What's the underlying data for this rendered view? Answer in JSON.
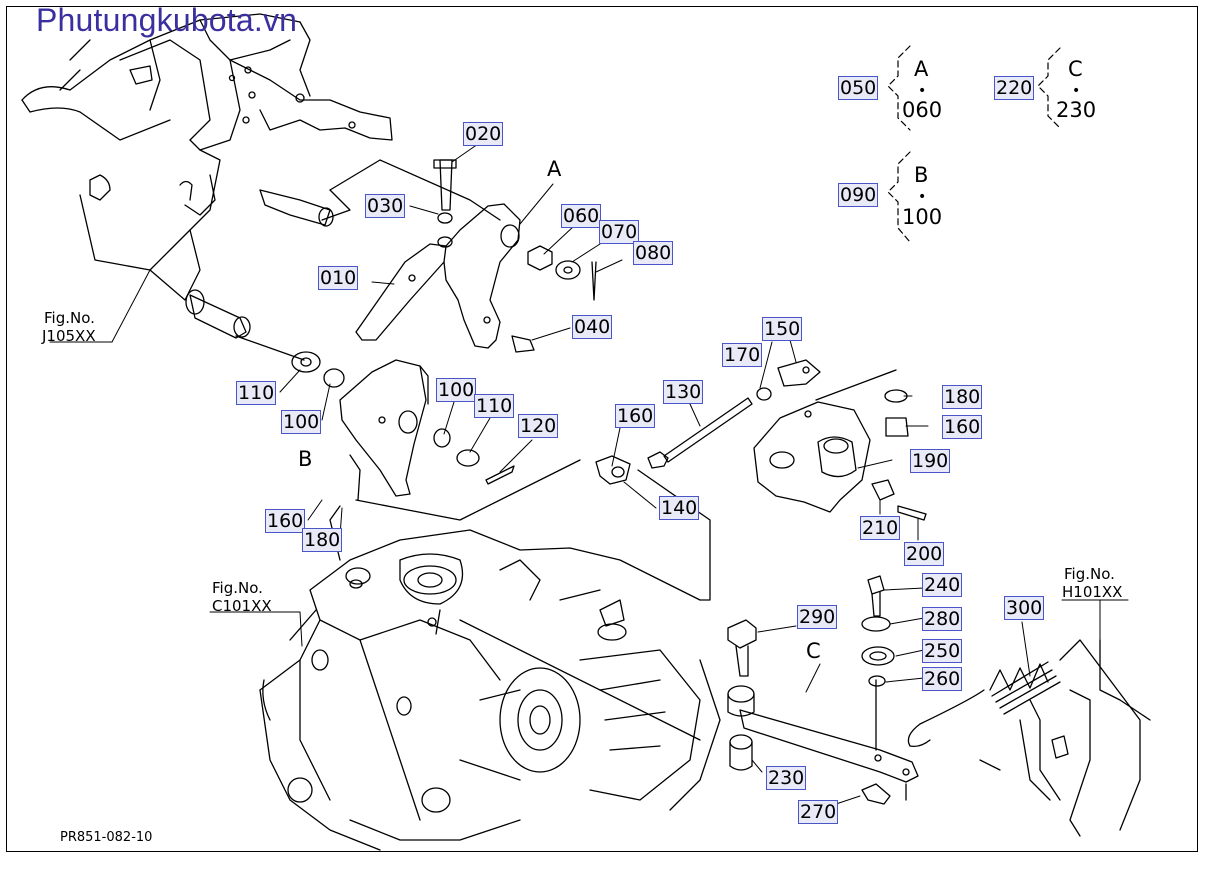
{
  "watermark": "Phutungkubota.vn",
  "drawing_code": "PR851-082-10",
  "refs": {
    "j105": {
      "fig": "Fig.No.",
      "code": "J105XX"
    },
    "c101": {
      "fig": "Fig.No.",
      "code": "C101XX"
    },
    "h101": {
      "fig": "Fig.No.",
      "code": "H101XX"
    }
  },
  "points": {
    "a": "A",
    "b": "B",
    "c": "C"
  },
  "legend": {
    "g1": {
      "label": "050",
      "top": "A",
      "dot": "•",
      "bottom": "060"
    },
    "g2": {
      "label": "220",
      "top": "C",
      "dot": "•",
      "bottom": "230"
    },
    "g3": {
      "label": "090",
      "top": "B",
      "dot": "•",
      "bottom": "100"
    }
  },
  "parts": {
    "p010": "010",
    "p020": "020",
    "p030": "030",
    "p040": "040",
    "p060": "060",
    "p070": "070",
    "p080": "080",
    "p100a": "100",
    "p100b": "100",
    "p110a": "110",
    "p110b": "110",
    "p120": "120",
    "p130": "130",
    "p140": "140",
    "p150": "150",
    "p160a": "160",
    "p160b": "160",
    "p160c": "160",
    "p170": "170",
    "p180a": "180",
    "p180b": "180",
    "p190": "190",
    "p200": "200",
    "p210": "210",
    "p230": "230",
    "p240": "240",
    "p250": "250",
    "p260": "260",
    "p270": "270",
    "p280": "280",
    "p290": "290",
    "p300": "300"
  }
}
